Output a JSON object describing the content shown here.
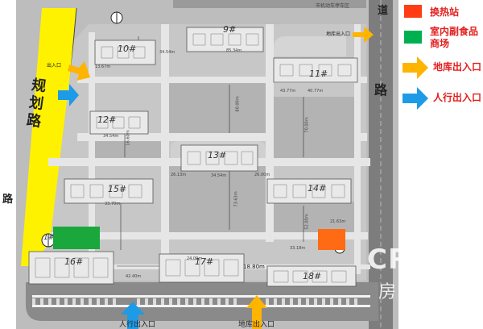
{
  "map": {
    "roads": {
      "west_road": "规划路",
      "west_road_partial": "路",
      "east_road_top": "道",
      "east_road": "路"
    },
    "top_note": "市机动车停车区",
    "entrances": {
      "garage_top_right": "地库出入口",
      "garage_top_left": "出入口",
      "pedestrian_bottom": "人行出入口",
      "garage_bottom": "地库出入口"
    },
    "dimension_label": "18.80m",
    "buildings": [
      "1#",
      "9#",
      "10#",
      "11#",
      "12#",
      "13#",
      "14#",
      "15#",
      "16#",
      "17#",
      "18#"
    ],
    "dimension_labels": [
      "80.00m",
      "73.63m",
      "70.00m",
      "52.00m",
      "85.34m",
      "16.60m",
      "21.63m",
      "34.54m",
      "40.77m",
      "43.77m",
      "33.70m",
      "34.54m",
      "34.54m",
      "26.13m",
      "26.00m",
      "24.00m",
      "42.40m",
      "33.18m",
      "13.67m"
    ]
  },
  "legend": {
    "items": [
      {
        "label": "换热站",
        "color": "#ff3c14",
        "kind": "swatch"
      },
      {
        "label": "室内副食品商场",
        "color": "#00b050",
        "kind": "swatch"
      },
      {
        "label": "地库出入口",
        "color": "#ffb400",
        "kind": "arrow"
      },
      {
        "label": "人行出入口",
        "color": "#1e9be6",
        "kind": "arrow"
      }
    ]
  },
  "watermark": {
    "brand": "CRIC",
    "subtitle": "房产测评"
  },
  "colors": {
    "yellow_road": "#fff200",
    "heat_station": "#ff6a14",
    "market": "#1aa83c",
    "garage_arrow": "#ffb400",
    "pedestrian_arrow": "#1e9be6"
  }
}
